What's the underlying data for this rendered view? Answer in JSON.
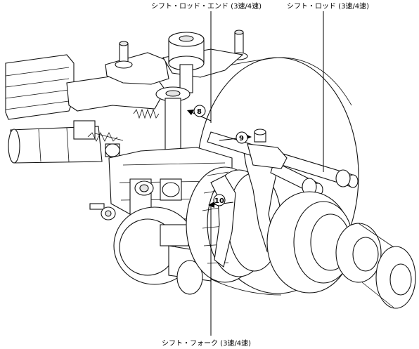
{
  "labels": {
    "shift_rod_end": "シフト・ロッド・エンド (3速/4速)",
    "shift_rod": "シフト・ロッド (3速/4速)",
    "shift_fork": "シフト・フォーク (3速/4速)"
  },
  "callouts": [
    "8",
    "9",
    "10"
  ]
}
